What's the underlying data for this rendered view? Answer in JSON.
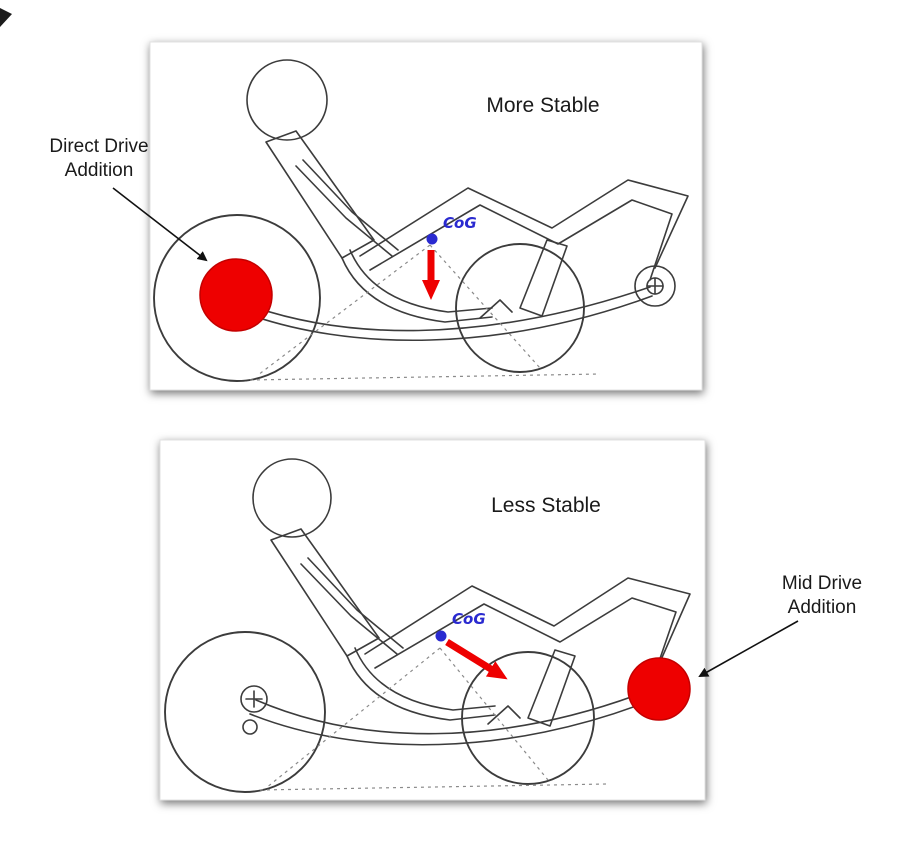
{
  "colors": {
    "motor_red": "#ee0000",
    "cog_blue": "#2a2ad0",
    "ink": "#3c3c3c"
  },
  "top_panel": {
    "stability_label": "More Stable",
    "cog_label": "CoG",
    "callout_line1": "Direct Drive",
    "callout_line2": "Addition"
  },
  "bottom_panel": {
    "stability_label": "Less Stable",
    "cog_label": "CoG",
    "callout_line1": "Mid Drive",
    "callout_line2": "Addition"
  }
}
